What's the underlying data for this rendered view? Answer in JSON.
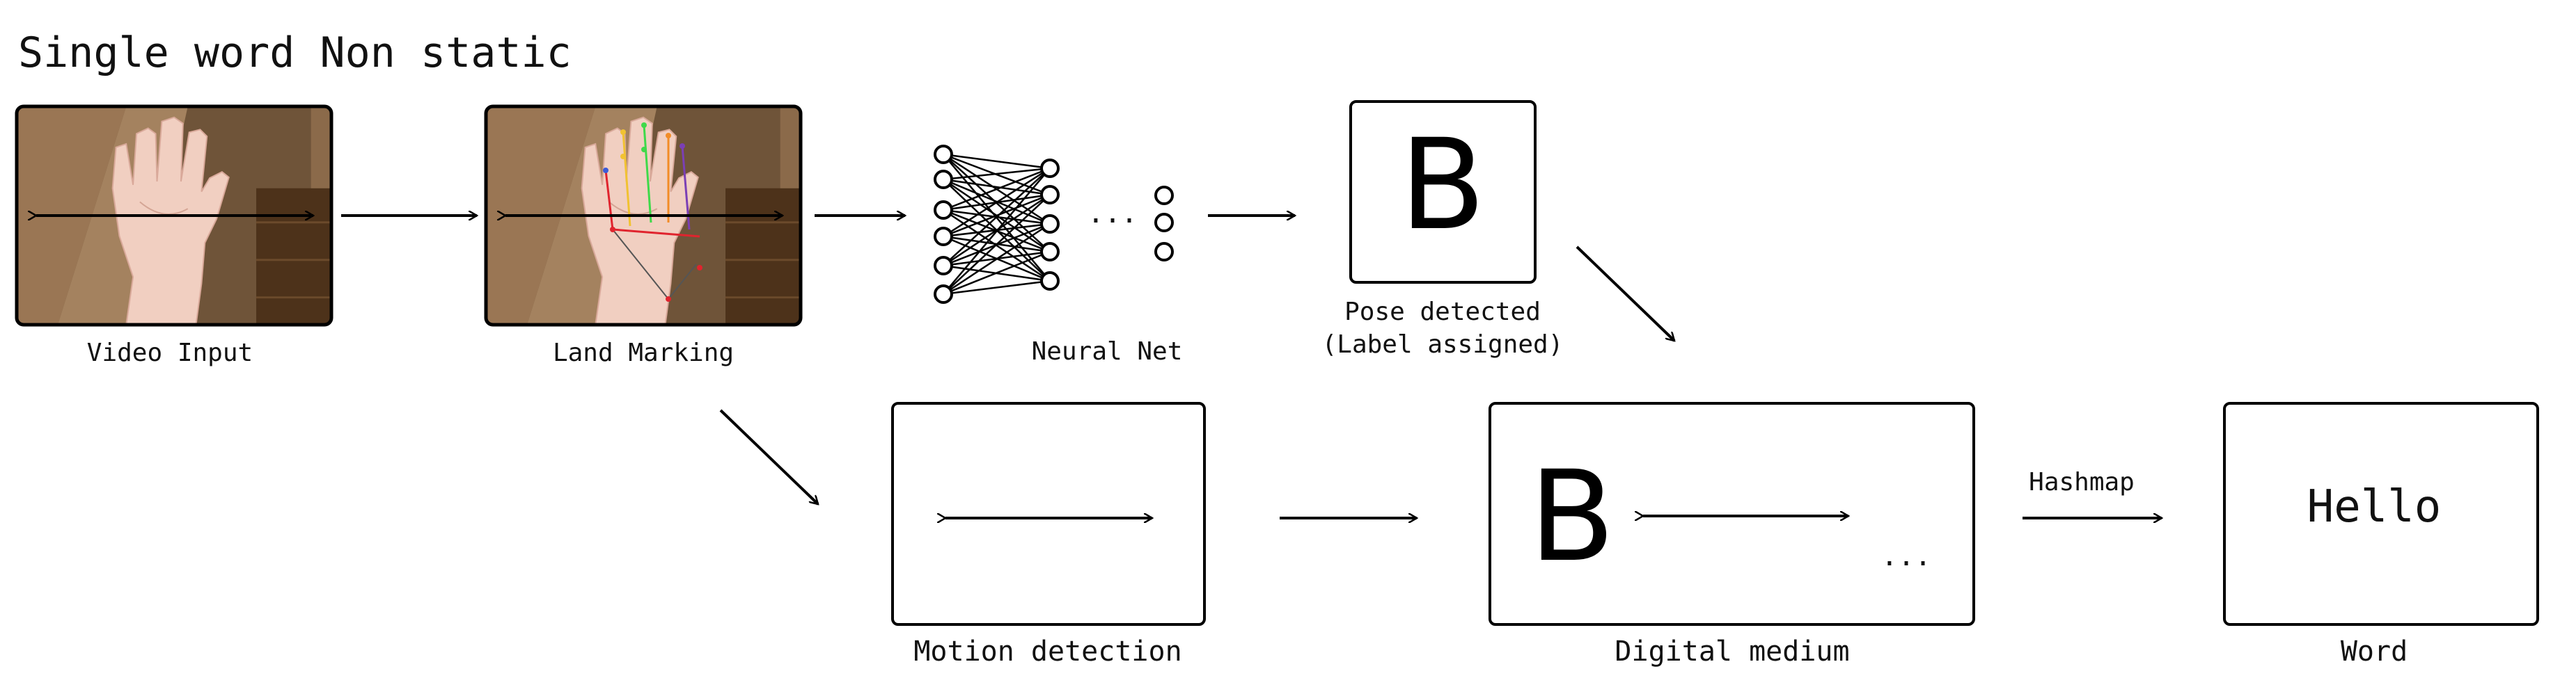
{
  "title": "Single word Non static",
  "nodes": {
    "video_input": {
      "label": "Video Input"
    },
    "land_marking": {
      "label": "Land Marking"
    },
    "neural_net": {
      "label": "Neural Net"
    },
    "pose_detected": {
      "label_line1": "Pose detected",
      "label_line2": "(Label assigned)",
      "letter": "B"
    },
    "motion_detection": {
      "label": "Motion detection"
    },
    "digital_medium": {
      "label": "Digital medium",
      "letter": "B",
      "ellipsis": "..."
    },
    "word": {
      "label": "Word",
      "value": "Hello"
    }
  },
  "edges": {
    "hashmap": {
      "label": "Hashmap"
    }
  },
  "neural_net_ellipsis": "...",
  "colors": {
    "stroke": "#000000",
    "wall": "#7a5a3a",
    "wood": "#5c3b1e",
    "skin": "#f1cfc1",
    "landmark_red": "#e0242e",
    "landmark_green": "#3fd94a",
    "landmark_yellow": "#f1c232",
    "landmark_purple": "#7b3fb5",
    "landmark_orange": "#f28c28",
    "landmark_blue": "#3b5bd9"
  }
}
